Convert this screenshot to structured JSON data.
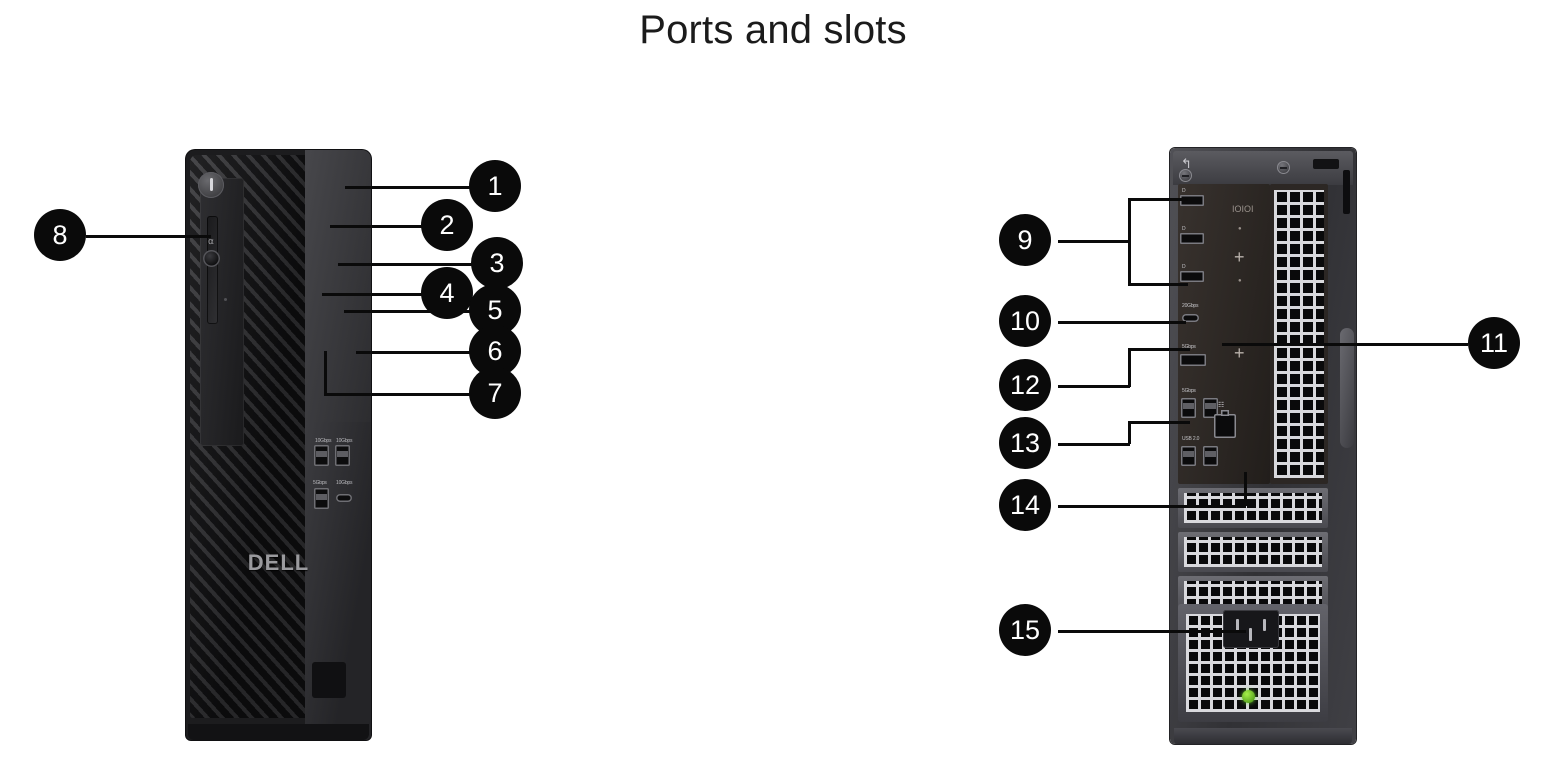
{
  "title": "Ports and slots",
  "background": "#ffffff",
  "callout_color": "#0a0a0a",
  "callout_text_color": "#ffffff",
  "views": {
    "front": {
      "name": "front-view",
      "brand_logo": "DELL",
      "icons": {
        "power": "power-button-icon",
        "headphone": "headphone-icon",
        "usb": "usb-icon"
      },
      "port_labels": {
        "usb_a_left": "10Gbps",
        "usb_a_right": "10Gbps",
        "usb_a_bottom": "5Gbps",
        "usb_c_bottom": "10Gbps"
      }
    },
    "rear": {
      "name": "rear-view",
      "port_labels": {
        "dp_1": "D",
        "dp_2": "D",
        "dp_3": "D",
        "usb_c": "20Gbps",
        "usb_a_group_1": "5Gbps",
        "usb_a_group_2": "5Gbps",
        "usb_a_group_3": "USB 2.0"
      },
      "icons": {
        "network": "network-icon",
        "latch": "release-latch-arrow-icon",
        "lock": "kensington-lock-icon",
        "psu_led": "power-supply-diagnostic-led"
      }
    }
  },
  "callouts": [
    {
      "id": "1",
      "side": "front"
    },
    {
      "id": "2",
      "side": "front"
    },
    {
      "id": "3",
      "side": "front"
    },
    {
      "id": "4",
      "side": "front"
    },
    {
      "id": "5",
      "side": "front"
    },
    {
      "id": "6",
      "side": "front"
    },
    {
      "id": "7",
      "side": "front"
    },
    {
      "id": "8",
      "side": "front"
    },
    {
      "id": "9",
      "side": "rear"
    },
    {
      "id": "10",
      "side": "rear"
    },
    {
      "id": "11",
      "side": "rear"
    },
    {
      "id": "12",
      "side": "rear"
    },
    {
      "id": "13",
      "side": "rear"
    },
    {
      "id": "14",
      "side": "rear"
    },
    {
      "id": "15",
      "side": "rear"
    }
  ]
}
